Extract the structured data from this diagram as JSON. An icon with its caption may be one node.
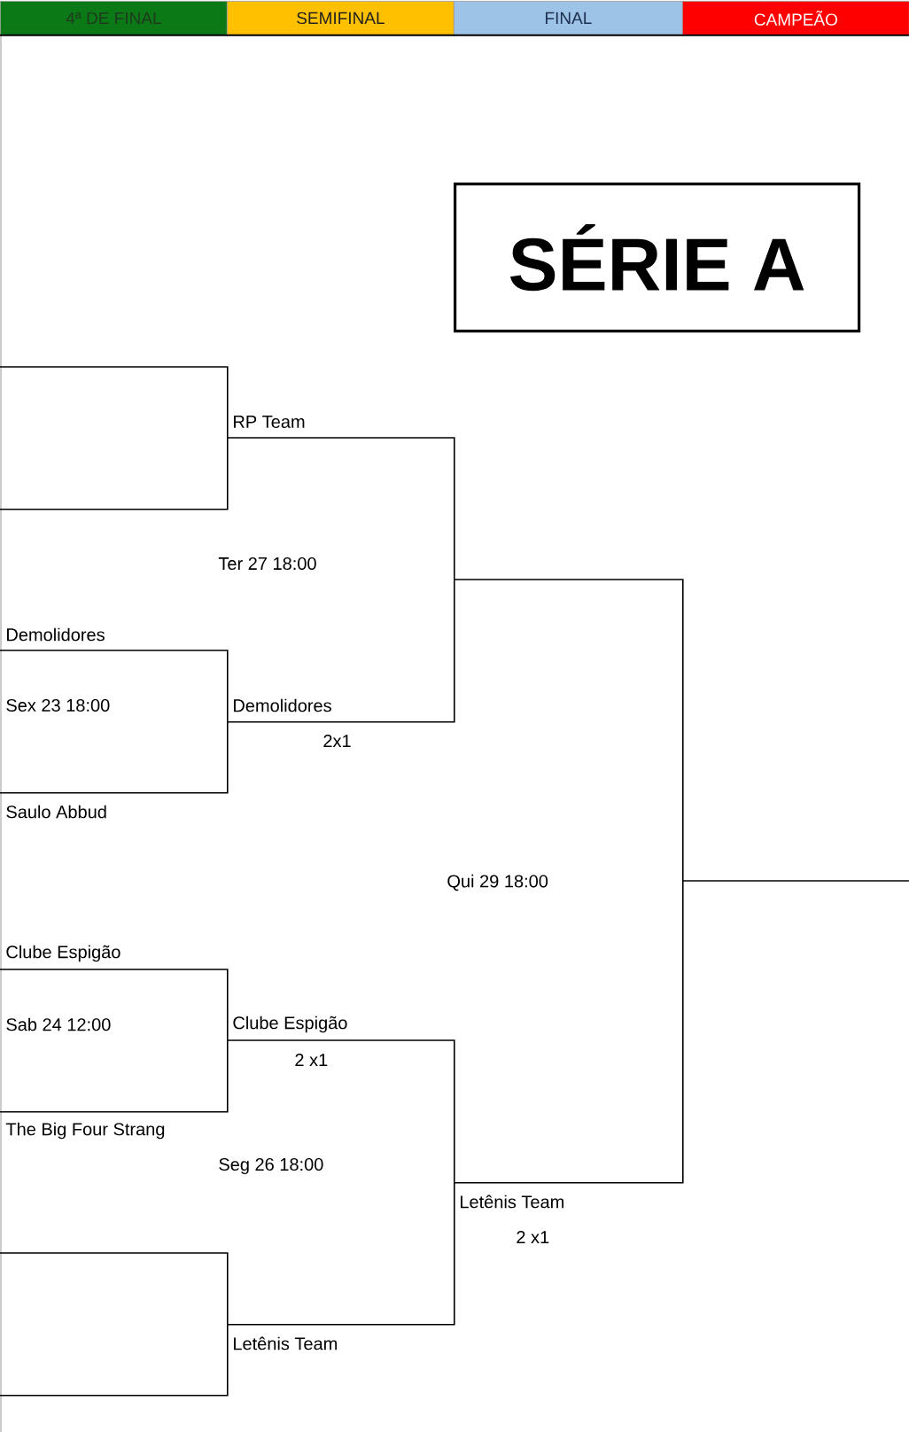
{
  "diagram": {
    "nodes": [
      {
        "text": [
          "4ª DE FINAL"
        ]
      },
      {
        "text": [
          "SEMIFINAL"
        ]
      },
      {
        "text": [
          "FINAL"
        ]
      },
      {
        "text": [
          "CAMPEÃO"
        ]
      },
      {
        "text": [
          "SÉRIE A"
        ]
      },
      {
        "text": [],
        "shape": "bracket"
      },
      {
        "text": [
          "Demolidores",
          "Sex 23 18:00",
          "Saulo Abbud"
        ]
      },
      {
        "text": [
          "Clube Espigão",
          "Sab 24 12:00",
          "The Big Four Strang"
        ]
      },
      {
        "text": [],
        "shape": "bracket"
      },
      {
        "text": [
          "RP Team",
          "Ter 27 18:00",
          "Demolidores",
          "2x1"
        ]
      },
      {
        "text": [
          "Clube Espigão",
          "2 x1",
          "Seg 26 18:00",
          "Letênis Team"
        ]
      },
      {
        "text": [
          "Qui 29 18:00",
          "Letênis Team",
          "2 x1"
        ]
      },
      {
        "text": [],
        "shape": "line"
      }
    ]
  }
}
